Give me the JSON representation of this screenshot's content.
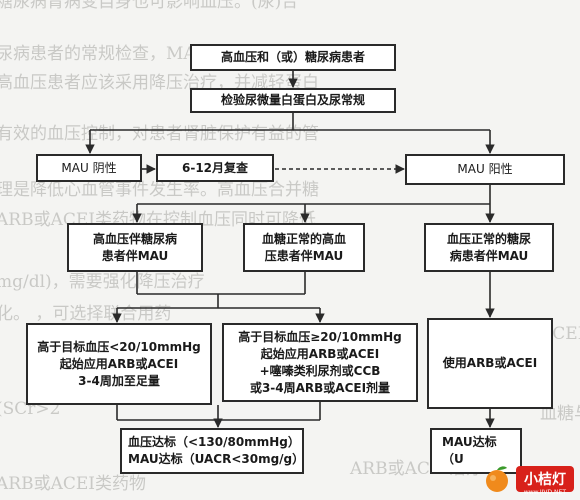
{
  "background_text": [
    "糖尿病肾病变自身也可影响血压。(尿)合",
    "尿病患者的常规检查，MAU阳性提示糖尿病",
    "高血压患者应该采用降压治疗，并减轻蛋白",
    "有效的血压控制，对患者肾脏保护有益的管",
    "理是降低心血管事件发生率。高血压合并糖",
    "ARB或ACEI类药物在控制血压同时可降低",
    "mg/dl)，需要强化降压治疗",
    "化。 ，可选择联合用药",
    "(SCr>2",
    "ARB或ACEI治疗",
    "ACEI治疗",
    "血糖与",
    "ARB或ACEI类药物"
  ],
  "flowchart": {
    "top": "高血压和（或）糖尿病患者",
    "test": "检验尿微量白蛋白及尿常规",
    "mau_negative": "MAU 阴性",
    "recheck": "6-12月复查",
    "mau_positive": "MAU 阳性",
    "group_a": [
      "高血压伴糖尿病",
      "患者伴MAU"
    ],
    "group_b": [
      "血糖正常的高血",
      "压患者伴MAU"
    ],
    "group_c": [
      "血压正常的糖尿",
      "病患者伴MAU"
    ],
    "treat_a": [
      "高于目标血压<20/10mmHg",
      "起始应用ARB或ACEI",
      "3-4周加至足量"
    ],
    "treat_b": [
      "高于目标血压≥20/10mmHg",
      "起始应用ARB或ACEI",
      "+噻嗪类利尿剂或CCB",
      "或3-4周ARB或ACEI剂量"
    ],
    "treat_c": "使用ARB或ACEI",
    "goal_bp": [
      "血压达标（<130/80mmHg）",
      "MAU达标（UACR<30mg/g）"
    ],
    "goal_mau": [
      "MAU达标",
      "（U"
    ]
  },
  "logo": {
    "text": "小桔灯",
    "url": "www.IIVD.NET",
    "icon": "orange-fruit-icon"
  },
  "colors": {
    "logo_red": "#d8211a",
    "fruit_orange": "#f08a1c",
    "leaf_green": "#3a9a2a"
  }
}
